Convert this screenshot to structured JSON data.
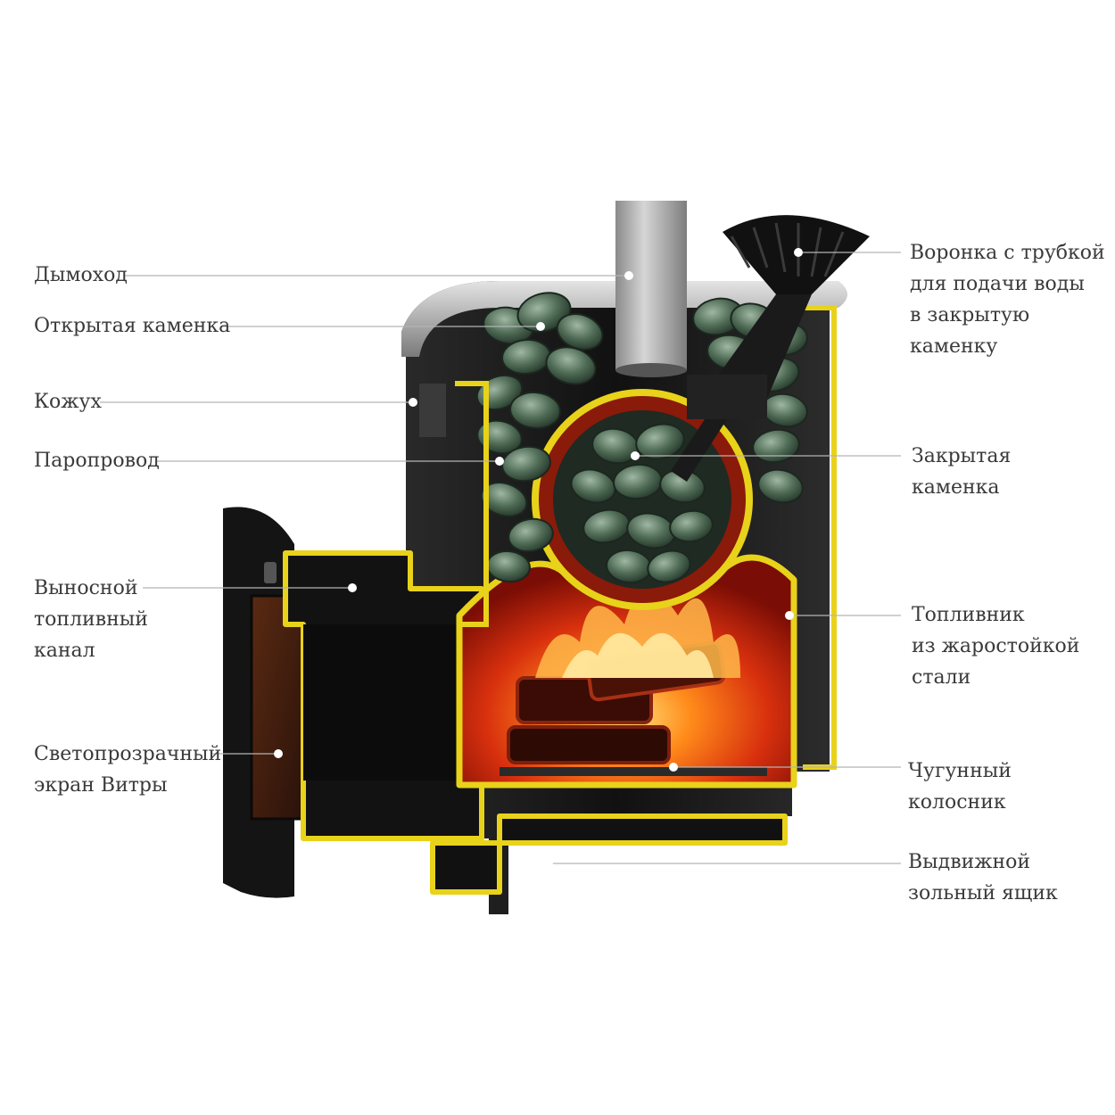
{
  "labels": {
    "chimney": [
      "Дымоход"
    ],
    "open_heater": [
      "Открытая каменка"
    ],
    "casing": [
      "Кожух"
    ],
    "steam_duct": [
      "Паропровод"
    ],
    "remote_channel": [
      "Выносной",
      "топливный",
      "канал"
    ],
    "vitra_screen": [
      "Светопрозрачный",
      "экран Витры"
    ],
    "funnel": [
      "Воронка с трубкой",
      "для подачи воды",
      "в закрытую",
      "каменку"
    ],
    "closed_heater": [
      "Закрытая",
      "каменка"
    ],
    "firebox": [
      "Топливник",
      "из жаростойкой",
      "стали"
    ],
    "grate": [
      "Чугунный",
      "колосник"
    ],
    "ash_box": [
      "Выдвижной",
      "зольный ящик"
    ]
  },
  "colors": {
    "background": "#ffffff",
    "label_text": "#3a3a3a",
    "leader_line": "#b4b4b4",
    "outline_yellow": "#e8d21a",
    "steel_dark": "#1c1c1c",
    "fire_red": "#c8200c",
    "fire_orange": "#ff8a1a",
    "stone_green": "#4f6b55",
    "pipe_gray": "#a9a9a9"
  }
}
